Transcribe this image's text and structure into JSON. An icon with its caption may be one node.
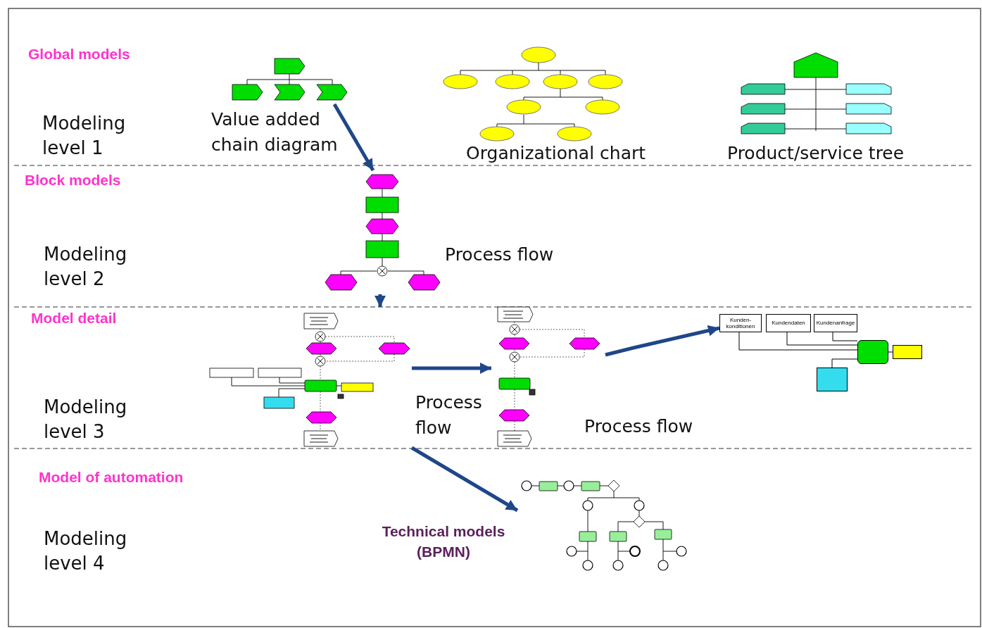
{
  "diagram": {
    "nodes": [
      {
        "text": [],
        "shape": "picture",
        "beside": [
          "Value added chain diagram"
        ]
      },
      {
        "text": [],
        "shape": "picture",
        "beside": [
          "Organizational chart"
        ]
      },
      {
        "text": [],
        "shape": "picture",
        "beside": [
          "Product/service tree"
        ]
      },
      {
        "text": [],
        "shape": "picture",
        "beside": [
          "Process flow"
        ]
      },
      {
        "text": [],
        "shape": "picture",
        "beside": [
          "Process flow"
        ]
      },
      {
        "text": [],
        "shape": "picture",
        "beside": [
          "Process flow"
        ]
      },
      {
        "text": [
          "Kunden-konditionen"
        ]
      },
      {
        "text": [
          "Kundendaten"
        ]
      },
      {
        "text": [
          "Kundenanfrage"
        ]
      },
      {
        "text": [],
        "shape": "box"
      },
      {
        "text": [],
        "shape": "box"
      },
      {
        "text": [],
        "shape": "box"
      },
      {
        "text": [],
        "shape": "picture",
        "beside": [
          "Technical models (BPMN)"
        ]
      }
    ],
    "edges": [
      {
        "from": 0,
        "to": 3,
        "arrow": "to",
        "style": "thick",
        "color": "#1f4788"
      },
      {
        "from": 3,
        "to": 4,
        "arrow": "to",
        "style": "thick",
        "color": "#1f4788"
      },
      {
        "from": 4,
        "to": 5,
        "arrow": "to",
        "style": "thick",
        "color": "#1f4788"
      },
      {
        "from": 5,
        "to": 6,
        "arrow": "to",
        "style": "thick",
        "color": "#1f4788"
      },
      {
        "from": 6,
        "to": 9,
        "arrow": "none",
        "color": "#000000"
      },
      {
        "from": 7,
        "to": 9,
        "arrow": "none",
        "color": "#000000"
      },
      {
        "from": 8,
        "to": 9,
        "arrow": "none",
        "color": "#000000"
      },
      {
        "from": 9,
        "to": 10,
        "arrow": "none",
        "color": "#000000"
      },
      {
        "from": 11,
        "to": 9,
        "arrow": "none",
        "color": "#000000"
      },
      {
        "from": 4,
        "to": 12,
        "arrow": "to",
        "style": "thick",
        "color": "#1f4788"
      }
    ],
    "labels": [
      "Global models",
      "Modeling level 1",
      "Block models",
      "Modeling level 2",
      "Model detail",
      "Modeling level 3",
      "Model of automation",
      "Modeling level 4"
    ]
  }
}
